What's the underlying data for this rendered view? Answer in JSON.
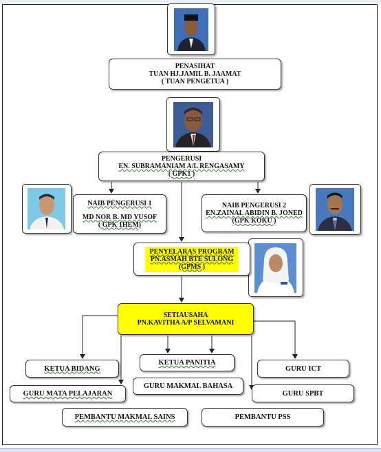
{
  "advisor": {
    "role": "PENASIHAT",
    "name": "TUAN HJ.JAMIL B. JAAMAT",
    "title": "( TUAN  PENGETUA  )"
  },
  "chair": {
    "role": "PENGERUSI",
    "name": "EN. SUBRAMANIAM  A/L RENGASAMY",
    "title": "( GPK1 )"
  },
  "vice1": {
    "role": "NAIB  PENGERUSI 1",
    "name": "MD NOR B. MD YUSOF",
    "title": "( GPK 1HEM)"
  },
  "vice2": {
    "role": "NAIB PENGERUSI 2",
    "name": "EN.ZAINAL  ABIDIN  B. JONED",
    "title": "(GPK KOKU )"
  },
  "coordinator": {
    "role": "PENYELARAS  PROGRAM",
    "name": "PN.ASMAH  BTE SULONG",
    "title": "(GPMS )"
  },
  "secretary": {
    "role": "SETIAUSAHA",
    "name": "PN.KAVITHA A/P SELVAMANI"
  },
  "members": {
    "ketua_bidang": "KETUA  BIDANG",
    "ketua_panitia": "KETUA  PANITIA",
    "guru_ict": "GURU ICT",
    "guru_mata_pelajaran": "GURU  MATA  PELAJARAN",
    "guru_makmal_bahasa": "GURU MAKMAL BAHASA",
    "guru_spbt": "GURU SPBT",
    "pembantu_makmal_sains": "PEMBANTU  MAKMAL  SAINS",
    "pembantu_pss": "PEMBANTU PSS"
  },
  "colors": {
    "highlight": "#ffff00",
    "connector": "#222222"
  }
}
